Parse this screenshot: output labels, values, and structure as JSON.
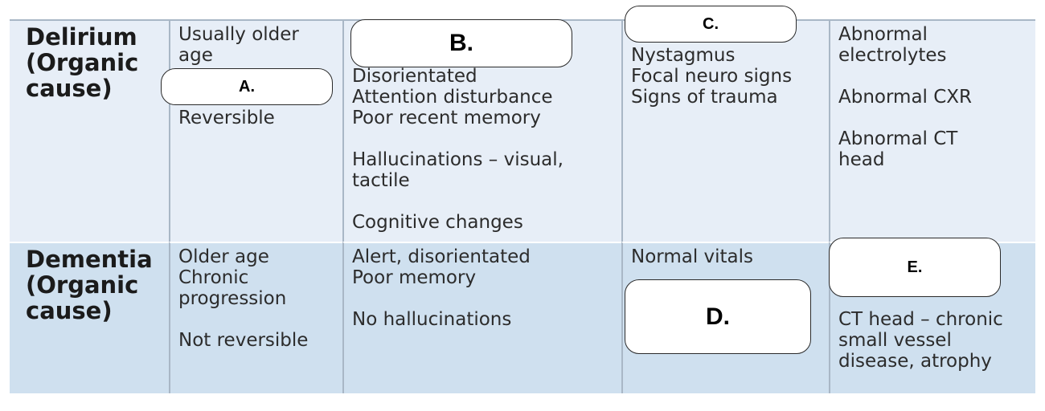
{
  "rows": [
    {
      "heading": [
        "Delirium",
        "(Organic",
        "cause)"
      ],
      "c2": [
        "Usually older",
        "age",
        "",
        "",
        "Reversible"
      ],
      "c3": [
        "",
        "",
        "Disorientated",
        "Attention disturbance",
        "Poor recent memory",
        "",
        "Hallucinations – visual,",
        "tactile",
        "",
        "Cognitive changes"
      ],
      "c4": [
        "",
        "Nystagmus",
        "Focal neuro signs",
        "Signs of trauma"
      ],
      "c5": [
        "Abnormal",
        "electrolytes",
        "",
        "Abnormal CXR",
        "",
        "Abnormal CT",
        "head"
      ]
    },
    {
      "heading": [
        "Dementia",
        "(Organic",
        "cause)"
      ],
      "c2": [
        "Older age",
        "Chronic",
        "progression",
        "",
        "Not reversible"
      ],
      "c3": [
        "Alert, disorientated",
        "Poor memory",
        "",
        "No hallucinations"
      ],
      "c4": [
        "Normal vitals"
      ],
      "c5": [
        "",
        "",
        "",
        "CT head – chronic",
        "small vessel",
        "disease, atrophy"
      ]
    }
  ],
  "labels": {
    "a": "A.",
    "b": "B.",
    "c": "C.",
    "d": "D.",
    "e": "E."
  }
}
